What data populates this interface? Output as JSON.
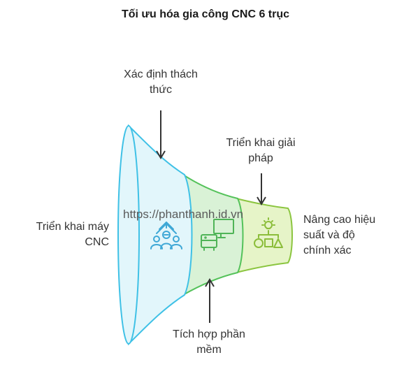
{
  "title": "Tối ưu hóa gia công CNC 6 trục",
  "watermark": "https://phanthanh.id.vn",
  "labels": {
    "left_line1": "Triển khai máy",
    "left_line2": "CNC",
    "top_line1": "Xác định thách",
    "top_line2": "thức",
    "mid_top_line1": "Triển khai giải",
    "mid_top_line2": "pháp",
    "bottom_line1": "Tích hợp phần",
    "bottom_line2": "mềm",
    "right_line1": "Nâng cao hiệu",
    "right_line2": "suất và độ",
    "right_line3": "chính xác"
  },
  "colors": {
    "section1_fill": "#e2f6fb",
    "section1_stroke": "#3fc1e6",
    "section2_fill": "#d9f2d6",
    "section2_stroke": "#54c25a",
    "section3_fill": "#e6f4c8",
    "section3_stroke": "#8bc53f"
  },
  "icons": [
    "team-tree-icon",
    "computer-icon",
    "lightbulb-shapes-icon"
  ]
}
